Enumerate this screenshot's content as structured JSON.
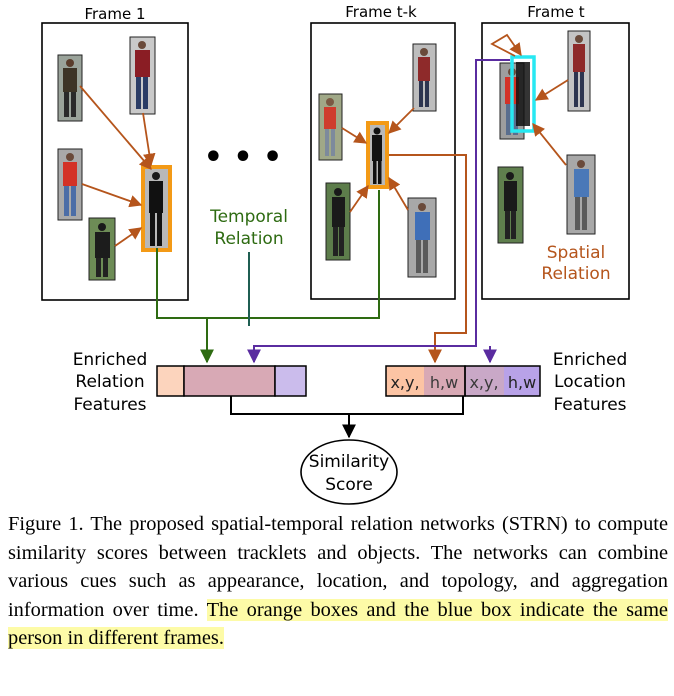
{
  "frames": [
    {
      "label": "Frame 1"
    },
    {
      "label": "Frame t-k"
    },
    {
      "label": "Frame t"
    }
  ],
  "ellipsis": "• • •",
  "temporal_relation": [
    "Temporal",
    "Relation"
  ],
  "spatial_relation": [
    "Spatial",
    "Relation"
  ],
  "enriched_relation": [
    "Enriched",
    "Relation",
    "Features"
  ],
  "enriched_location": [
    "Enriched",
    "Location",
    "Features"
  ],
  "location_cells": [
    "x,y,",
    "h,w",
    "x,y,",
    "h,w"
  ],
  "similarity": [
    "Similarity",
    "Score"
  ],
  "caption": {
    "plain": "Figure 1. The proposed spatial-temporal relation networks (STRN) to compute similarity scores between tracklets and objects. The networks can combine various cues such as appearance, location, and topology, and aggregation information over time.",
    "highlight": "The orange boxes and the blue box indicate the same person in different frames."
  },
  "colors": {
    "orange": "#f39a16",
    "cyan": "#27e8f2",
    "spatial_arrow": "#b5551c",
    "temporal_arrow": "#2e6b12",
    "temporal_arrow_2": "#1f5e52",
    "location_arrow": "#5a2ca0",
    "highlight": "#fdfba7"
  }
}
